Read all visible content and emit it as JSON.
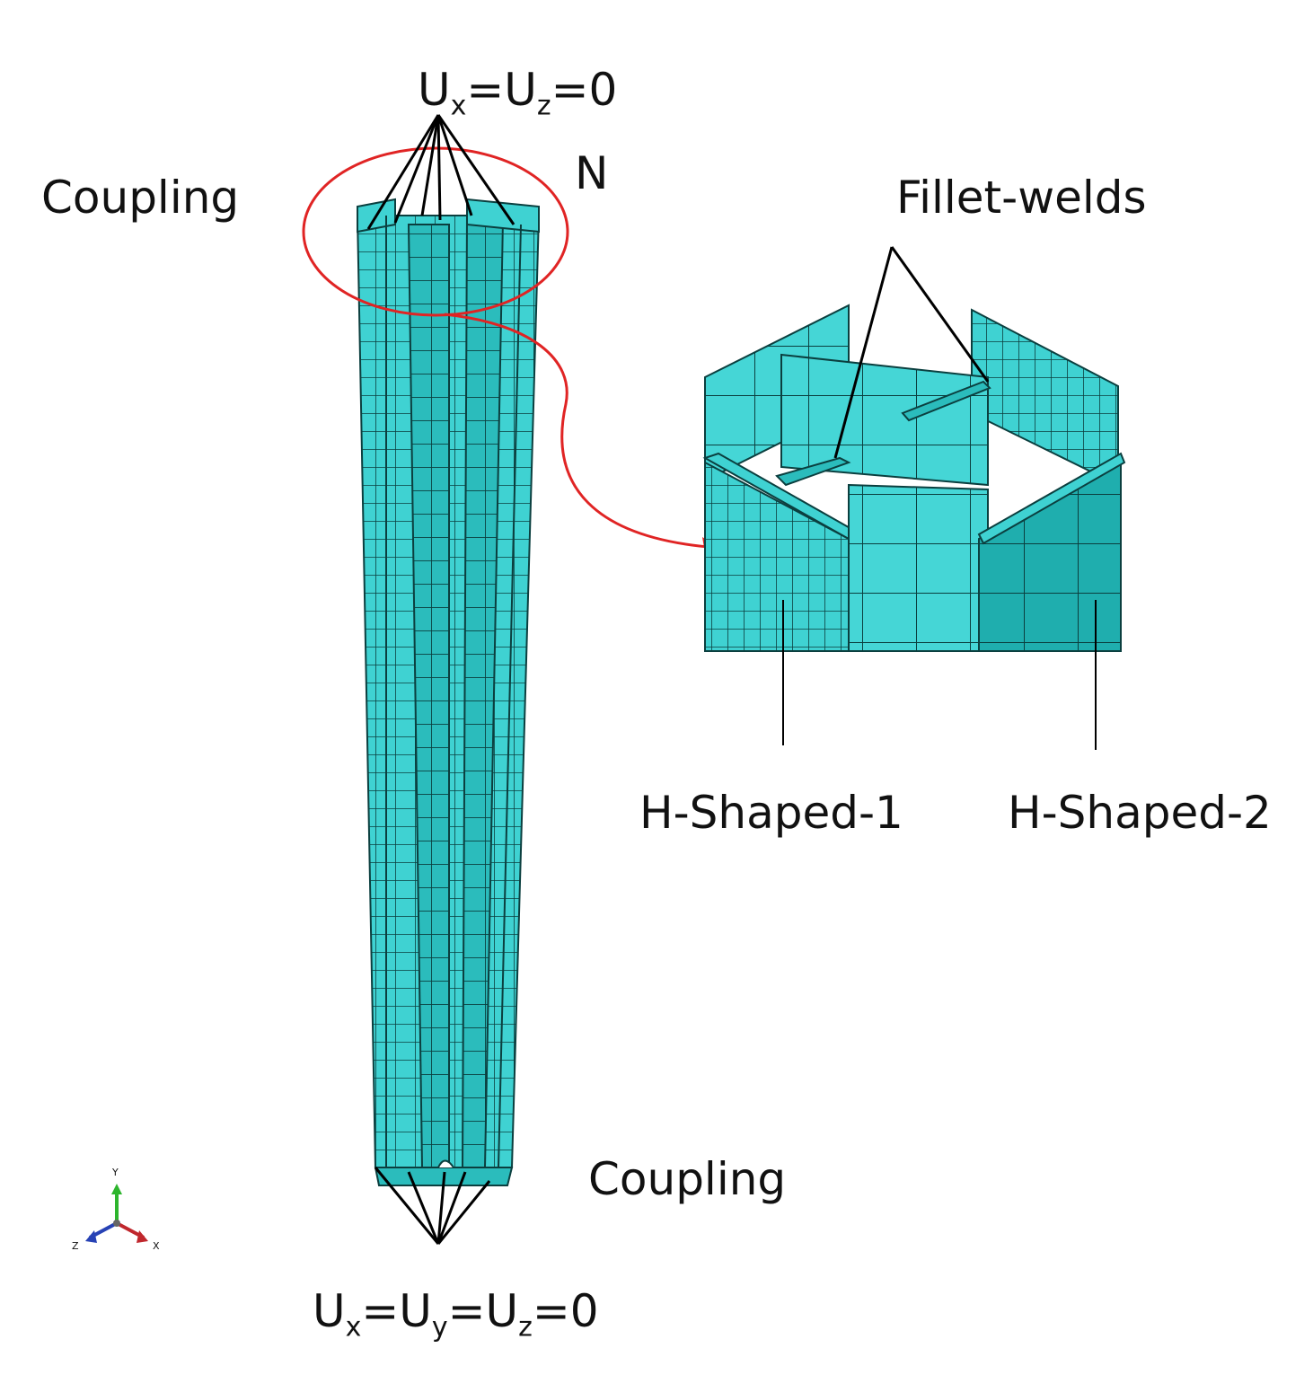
{
  "labels": {
    "top_constraint": {
      "parts": [
        "U",
        "x",
        "=U",
        "z",
        "=0"
      ]
    },
    "load_label": "N",
    "coupling_top": "Coupling",
    "coupling_bottom": "Coupling",
    "fillet_welds": "Fillet-welds",
    "h_shaped_1": "H-Shaped-1",
    "h_shaped_2": "H-Shaped-2",
    "bottom_constraint": {
      "parts": [
        "U",
        "x",
        "=U",
        "y",
        "=U",
        "z",
        "=0"
      ]
    }
  },
  "triad": {
    "y": "Y",
    "x": "X",
    "z": "Z"
  },
  "colors": {
    "mesh_fill": "#3fd2d2",
    "mesh_dark": "#1aa8a8",
    "mesh_line": "#0b3f3f",
    "highlight_ellipse": "#e02424",
    "leader_line": "#000000",
    "axis_y": "#2db52d",
    "axis_x": "#c0272d",
    "axis_z": "#2742b5"
  }
}
